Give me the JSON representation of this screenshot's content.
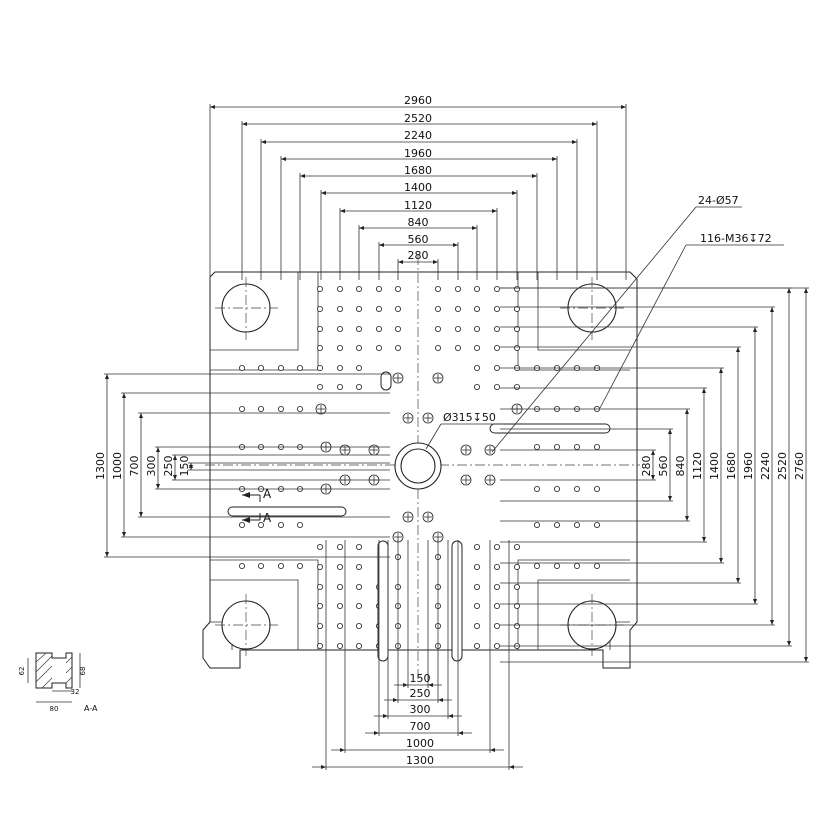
{
  "dimensions": {
    "top": [
      "2960",
      "2520",
      "2240",
      "1960",
      "1680",
      "1400",
      "1120",
      "840",
      "560",
      "280"
    ],
    "bottom": [
      "150",
      "250",
      "300",
      "700",
      "1000",
      "1300"
    ],
    "left": [
      "1300",
      "1000",
      "700",
      "300",
      "250",
      "150"
    ],
    "right": [
      "280",
      "560",
      "840",
      "1120",
      "1400",
      "1680",
      "1960",
      "2240",
      "2520",
      "2760"
    ]
  },
  "callouts": {
    "through_holes": "24-Ø57",
    "tapped_holes": "116-M36↧72",
    "center_hole": "Ø315↧50"
  },
  "section": {
    "marker_letter": "A",
    "label": "A-A",
    "dims": [
      "62",
      "68",
      "32",
      "80"
    ]
  }
}
